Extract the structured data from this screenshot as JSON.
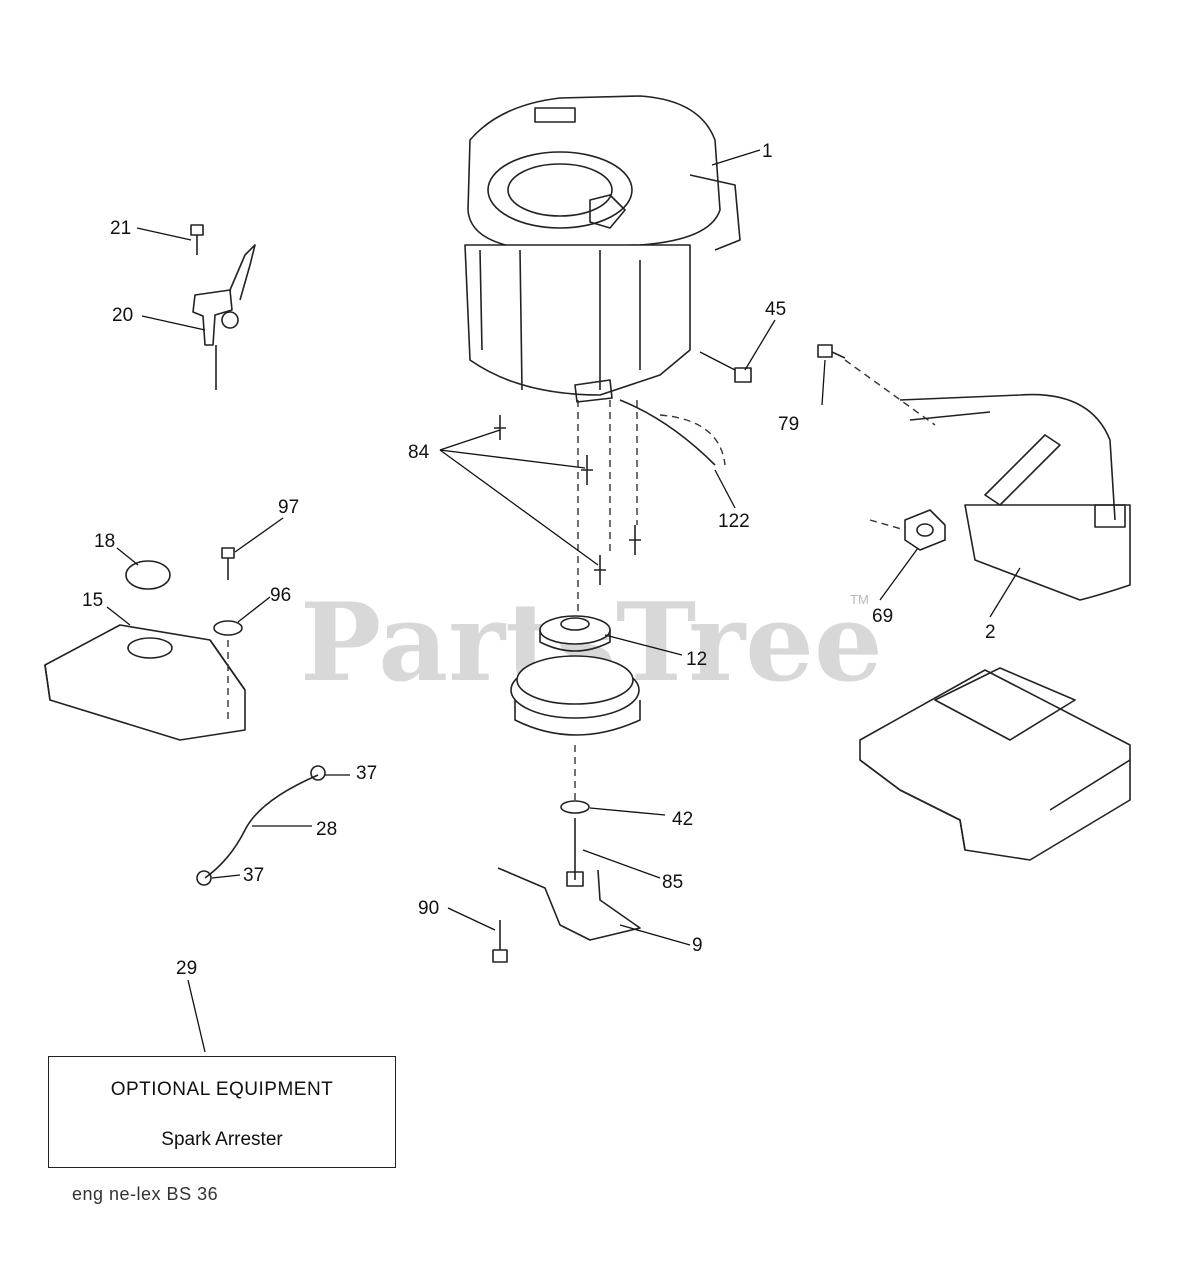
{
  "diagram": {
    "watermark": {
      "text": "PartsTree",
      "trademark": "TM"
    },
    "callouts": [
      {
        "id": "c1",
        "label": "1"
      },
      {
        "id": "c2",
        "label": "2"
      },
      {
        "id": "c9",
        "label": "9"
      },
      {
        "id": "c12",
        "label": "12"
      },
      {
        "id": "c15",
        "label": "15"
      },
      {
        "id": "c18",
        "label": "18"
      },
      {
        "id": "c20",
        "label": "20"
      },
      {
        "id": "c21",
        "label": "21"
      },
      {
        "id": "c28",
        "label": "28"
      },
      {
        "id": "c29",
        "label": "29"
      },
      {
        "id": "c37a",
        "label": "37"
      },
      {
        "id": "c37b",
        "label": "37"
      },
      {
        "id": "c42",
        "label": "42"
      },
      {
        "id": "c45",
        "label": "45"
      },
      {
        "id": "c69",
        "label": "69"
      },
      {
        "id": "c79",
        "label": "79"
      },
      {
        "id": "c84",
        "label": "84"
      },
      {
        "id": "c85",
        "label": "85"
      },
      {
        "id": "c90",
        "label": "90"
      },
      {
        "id": "c96",
        "label": "96"
      },
      {
        "id": "c97",
        "label": "97"
      },
      {
        "id": "c122",
        "label": "122"
      }
    ],
    "optional_box": {
      "title": "OPTIONAL EQUIPMENT",
      "item": "Spark Arrester"
    },
    "footer_code": "eng ne-lex  BS  36"
  }
}
